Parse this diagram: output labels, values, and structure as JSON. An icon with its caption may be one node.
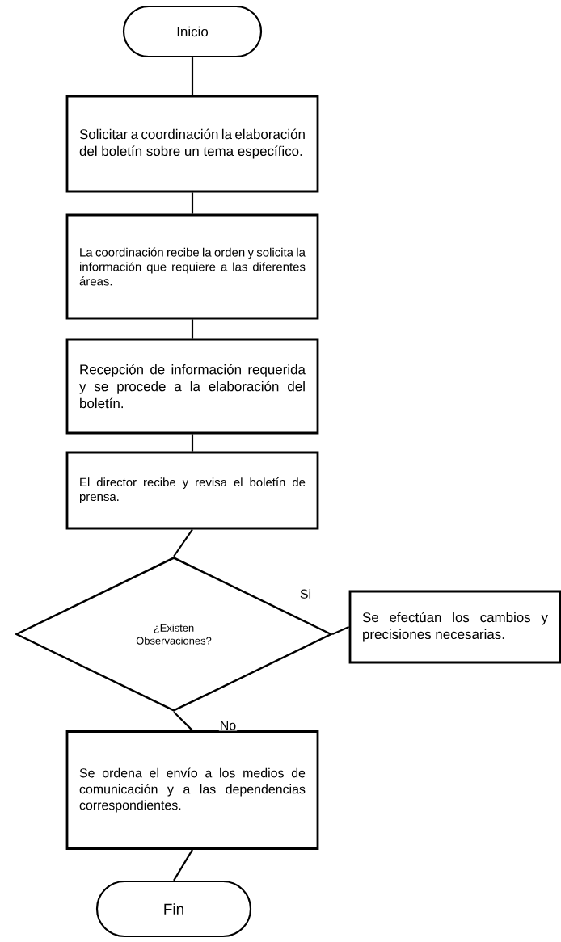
{
  "diagram": {
    "nodes": [
      {
        "text": [
          "Inicio"
        ]
      },
      {
        "text": [
          "Solicitar a coordinación la elaboración del boletín sobre un tema específico."
        ]
      },
      {
        "text": [
          "La coordinación recibe la orden y solicita la información que requiere a las diferentes áreas."
        ]
      },
      {
        "text": [
          "Recepción de información requerida y se procede a la elaboración del boletín."
        ]
      },
      {
        "text": [
          "El director recibe y revisa el boletín de prensa."
        ]
      },
      {
        "text": [
          "¿Existen Observaciones?"
        ]
      },
      {
        "text": [
          "Se efectúan los cambios y precisiones necesarias."
        ]
      },
      {
        "text": [
          "Se ordena el envío a los medios de comunicación y a las dependencias correspondientes."
        ]
      },
      {
        "text": [
          "Fin"
        ]
      }
    ],
    "edges": [
      {
        "from": 0,
        "to": 1,
        "arrow": "none"
      },
      {
        "from": 1,
        "to": 2,
        "arrow": "none"
      },
      {
        "from": 2,
        "to": 3,
        "arrow": "none"
      },
      {
        "from": 3,
        "to": 4,
        "arrow": "none"
      },
      {
        "from": 4,
        "to": 5,
        "arrow": "none"
      },
      {
        "from": 5,
        "to": 6,
        "arrow": "none",
        "label": "Si"
      },
      {
        "from": 5,
        "to": 7,
        "arrow": "none",
        "label": "No"
      },
      {
        "from": 7,
        "to": 8,
        "arrow": "none"
      }
    ]
  }
}
